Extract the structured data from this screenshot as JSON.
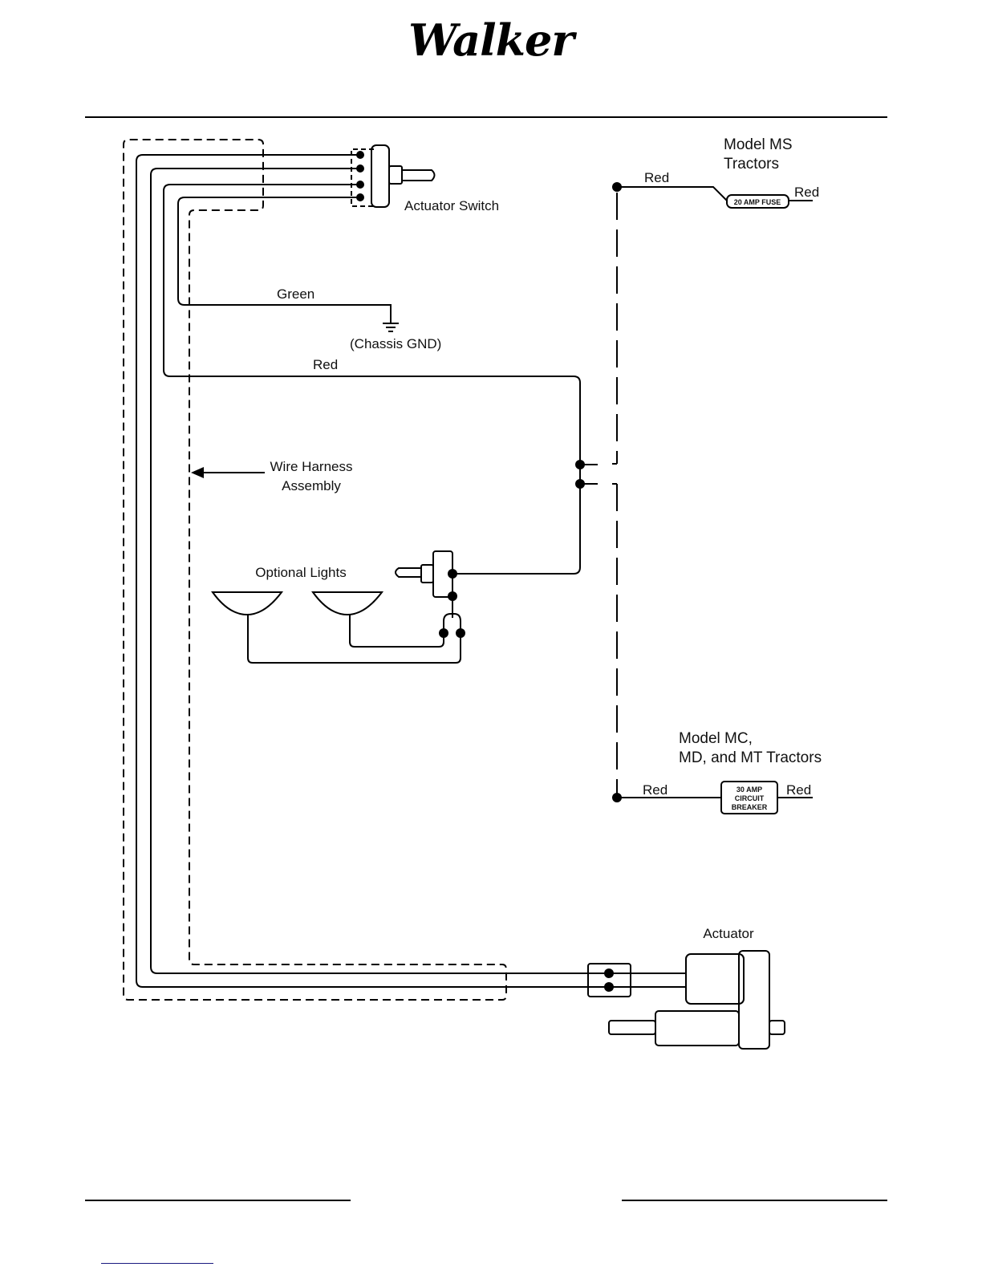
{
  "header": {
    "brand": "Walker"
  },
  "diagram": {
    "title_labels": {
      "actuator_switch": "Actuator Switch",
      "model_ms_line1": "Model MS",
      "model_ms_line2": "Tractors",
      "model_mc_line1": "Model MC,",
      "model_mc_line2": "MD, and MT Tractors",
      "green_wire": "Green",
      "chassis_gnd": "(Chassis GND)",
      "red_wire_main": "Red",
      "wire_harness_line1": "Wire Harness",
      "wire_harness_line2": "Assembly",
      "optional_lights": "Optional Lights",
      "actuator": "Actuator"
    },
    "fuse": {
      "label": "20 AMP FUSE",
      "wire_in": "Red",
      "wire_out": "Red"
    },
    "breaker": {
      "line1": "30 AMP",
      "line2": "CIRCUIT",
      "line3": "BREAKER",
      "wire_in": "Red",
      "wire_out": "Red"
    }
  }
}
